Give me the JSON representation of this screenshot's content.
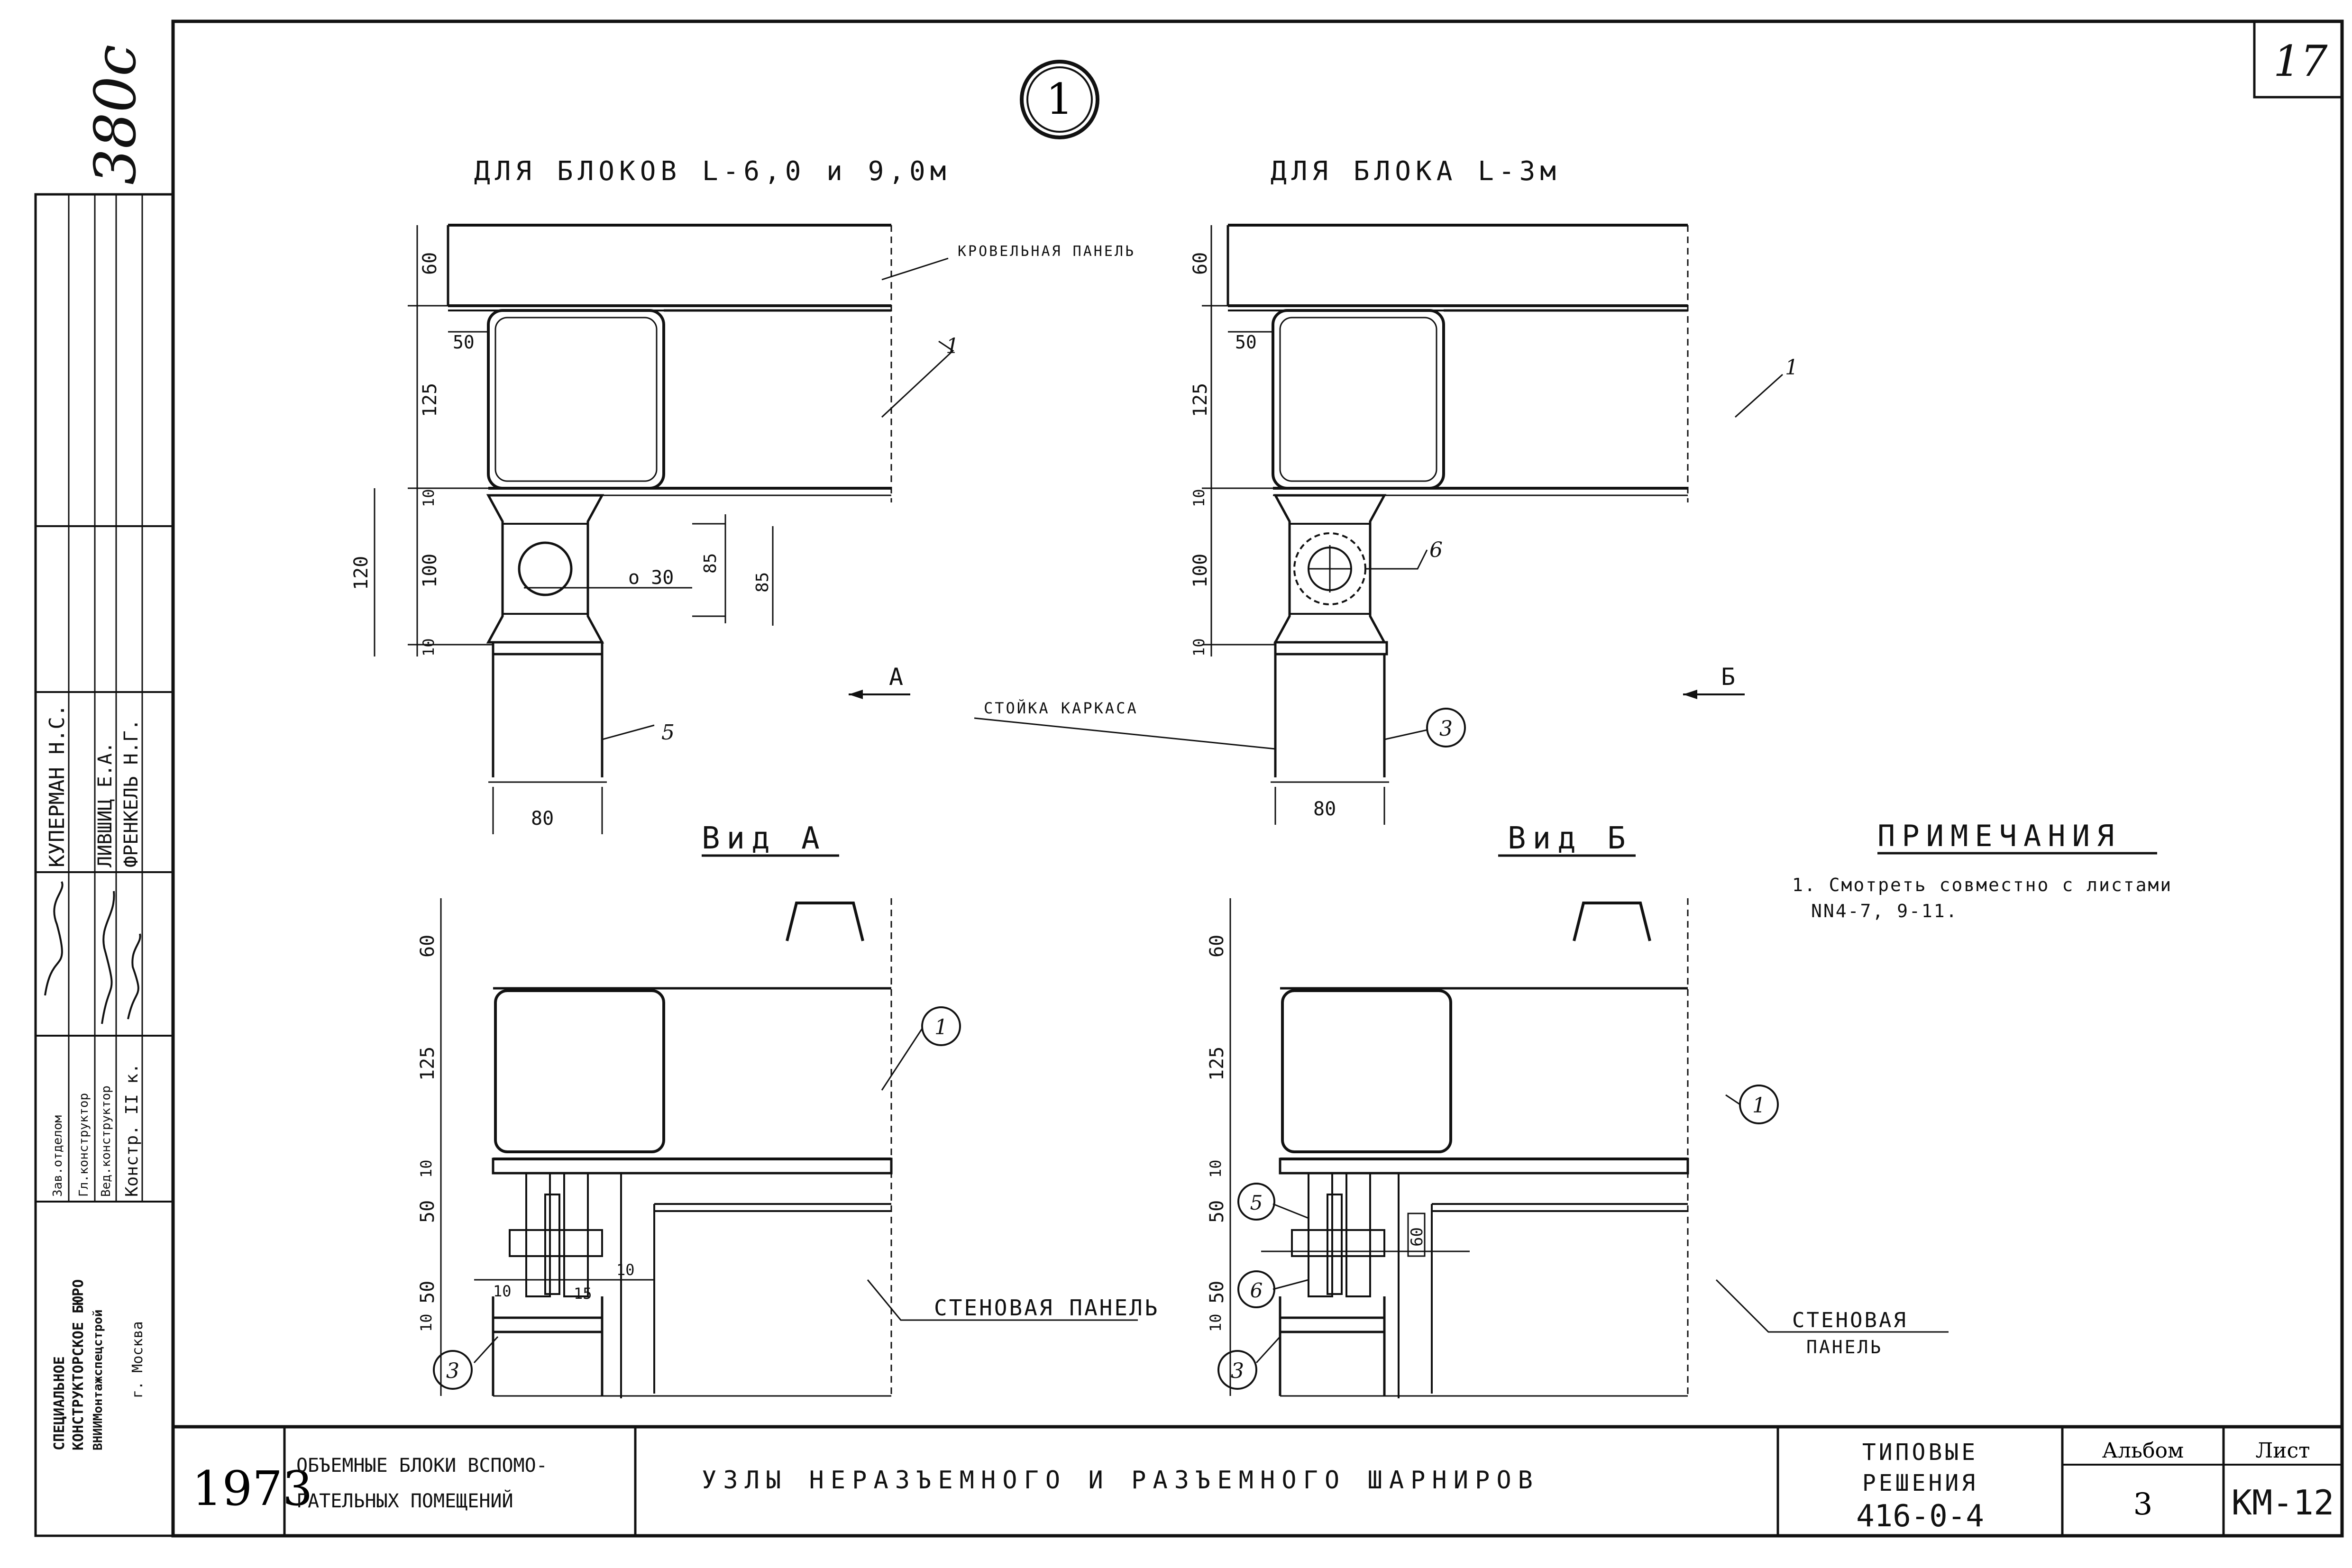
{
  "corner": {
    "sheet_handwritten": "17",
    "archive_number": "380с"
  },
  "detail": {
    "number": "1"
  },
  "top_left": {
    "title": "ДЛЯ БЛОКОВ L-6,0 и 9,0м"
  },
  "top_right": {
    "title": "ДЛЯ БЛОКА L-3м"
  },
  "labels": {
    "roof_panel": "КРОВЕЛЬНАЯ ПАНЕЛЬ",
    "frame_post": "СТОЙКА КАРКАСА",
    "wall_panel_a": "СТЕНОВАЯ ПАНЕЛЬ",
    "wall_panel_b_1": "СТЕНОВАЯ",
    "wall_panel_b_2": "ПАНЕЛЬ",
    "arrow_a": "А",
    "arrow_b": "Б",
    "hole": "о 30",
    "view_a": "Вид А",
    "view_b": "Вид Б"
  },
  "dims": {
    "d60": "60",
    "d50": "50",
    "d125": "125",
    "d10": "10",
    "d120": "120",
    "d100": "100",
    "d85": "85",
    "d80": "80",
    "d15": "15"
  },
  "callouts": {
    "c1": "1",
    "c3": "3",
    "c5": "5",
    "c6": "6"
  },
  "notes": {
    "heading": "ПРИМЕЧАНИЯ",
    "line1": "1. Смотреть совместно с листами",
    "line2": "NN4-7, 9-11."
  },
  "side_stamp": {
    "org_line1": "СПЕЦИАЛЬНОЕ",
    "org_line2": "КОНСТРУКТОРСКОЕ БЮРО",
    "org_line3": "ВНИИМонтажспецстрой",
    "city": "г. Москва",
    "roles": [
      "Зав.отделом",
      "Гл.конструктор",
      "Вед.конструктор",
      "Констр. II к."
    ],
    "names": [
      "КУПЕРМАН Н.С.",
      "ЛИВШИЦ Е.А.",
      "ФРЕНКЕЛЬ Н.Г."
    ]
  },
  "title_block": {
    "year": "1973",
    "object_line1": "ОБЪЕМНЫЕ БЛОКИ ВСПОМО-",
    "object_line2": "ГАТЕЛЬНЫХ ПОМЕЩЕНИЙ",
    "title": "УЗЛЫ НЕРАЗЪЕМНОГО И РАЗЪЕМНОГО ШАРНИРОВ",
    "series_line1": "ТИПОВЫЕ",
    "series_line2": "РЕШЕНИЯ",
    "series_line3": "416-0-4",
    "album_label": "Альбом",
    "album_value": "3",
    "sheet_label": "Лист",
    "sheet_value": "КМ-12"
  }
}
